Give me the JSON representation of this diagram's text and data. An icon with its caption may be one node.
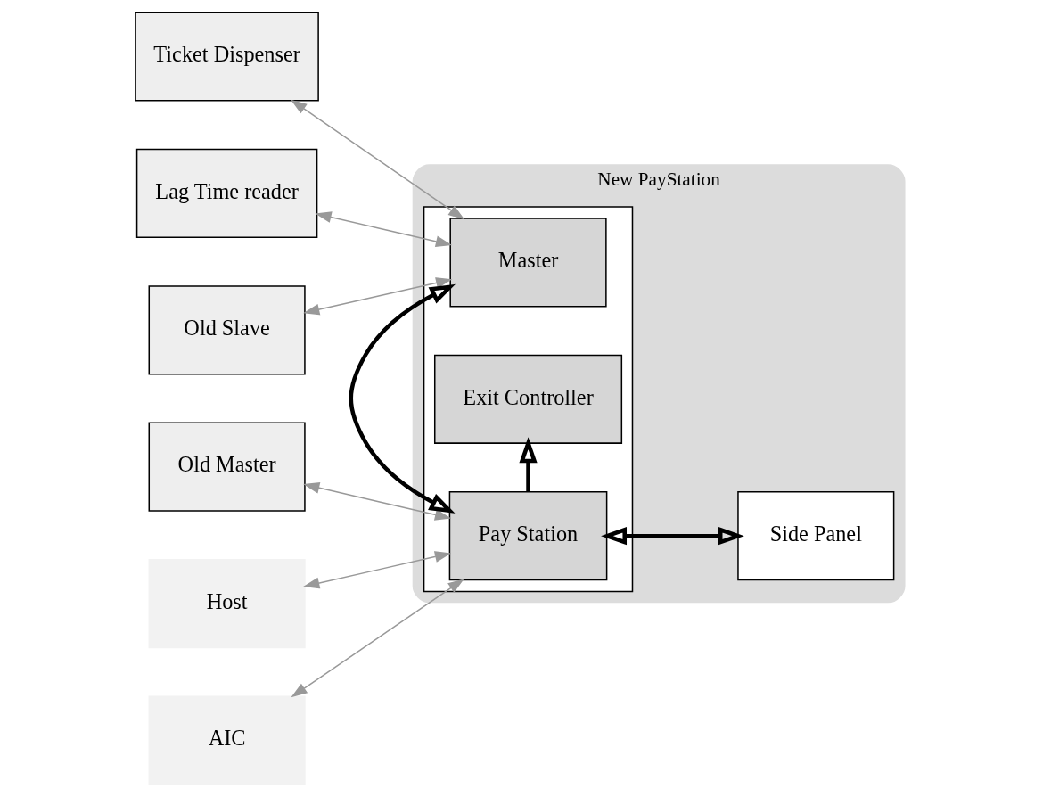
{
  "diagram": {
    "nodes": [
      {
        "text": [
          "Ticket Dispenser"
        ]
      },
      {
        "text": [
          "Lag Time reader"
        ]
      },
      {
        "text": [
          "Old Slave"
        ]
      },
      {
        "text": [
          "Old Master"
        ]
      },
      {
        "text": [
          "Host"
        ]
      },
      {
        "text": [
          "AIC"
        ]
      },
      {
        "text": [
          "New PayStation"
        ]
      },
      {
        "text": [],
        "shape": "box",
        "in": 6
      },
      {
        "text": [
          "Master"
        ],
        "in": 7
      },
      {
        "text": [
          "Pay Station"
        ],
        "in": 7
      },
      {
        "text": [
          "Exit Controller"
        ],
        "in": 7
      },
      {
        "text": [
          "Side Panel"
        ],
        "in": 6
      }
    ],
    "edges": [
      {
        "from": 0,
        "to": 8,
        "arrow": "both"
      },
      {
        "from": 1,
        "to": 8,
        "arrow": "both"
      },
      {
        "from": 2,
        "to": 8,
        "arrow": "both"
      },
      {
        "from": 3,
        "to": 9,
        "arrow": "both"
      },
      {
        "from": 4,
        "to": 9,
        "arrow": "both"
      },
      {
        "from": 5,
        "to": 9,
        "arrow": "both"
      },
      {
        "from": 8,
        "to": 9,
        "arrow": "both",
        "style": "thick",
        "color": "#000000"
      },
      {
        "from": 9,
        "to": 11,
        "arrow": "both",
        "style": "thick",
        "color": "#000000"
      },
      {
        "from": 9,
        "to": 10,
        "arrow": "to",
        "style": "thick",
        "color": "#000000"
      }
    ]
  }
}
